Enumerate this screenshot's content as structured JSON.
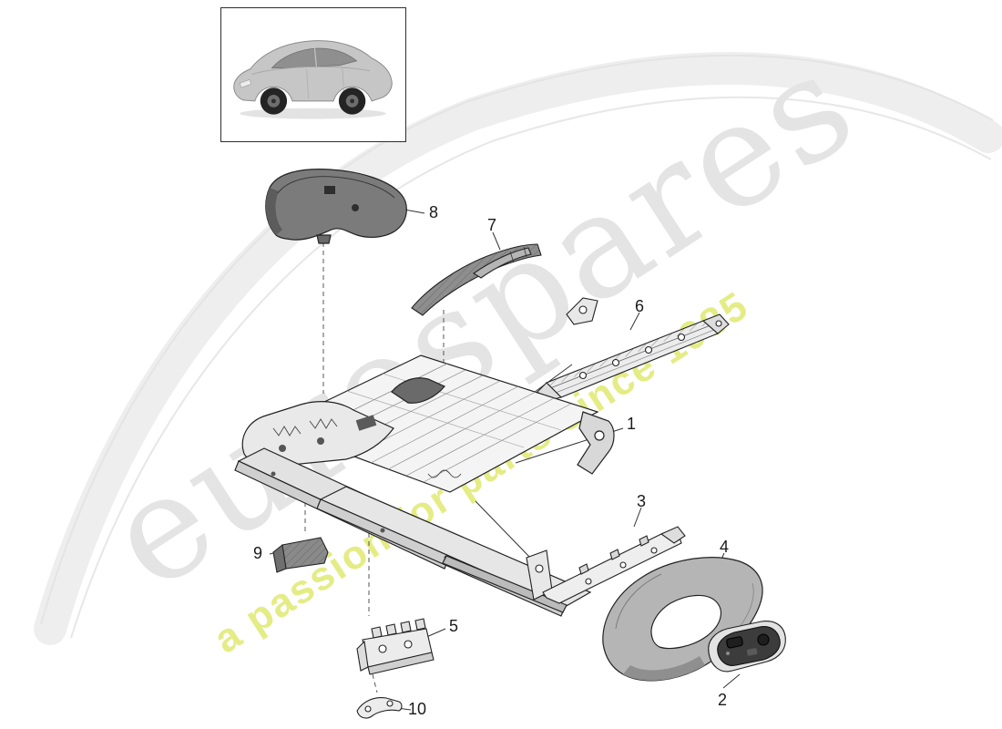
{
  "watermark": {
    "brand": "eurospares",
    "tagline": "a passion for parts since 1985",
    "brand_color": "#e4e4e4",
    "tagline_color": "#e2ea78",
    "swoosh_color": "#eeeeee"
  },
  "diagram": {
    "line_color": "#2a2a2a",
    "background": "#ffffff"
  },
  "callouts": [
    {
      "number": "1"
    },
    {
      "number": "2"
    },
    {
      "number": "3"
    },
    {
      "number": "4"
    },
    {
      "number": "5"
    },
    {
      "number": "6"
    },
    {
      "number": "7"
    },
    {
      "number": "8"
    },
    {
      "number": "9"
    },
    {
      "number": "10"
    }
  ]
}
